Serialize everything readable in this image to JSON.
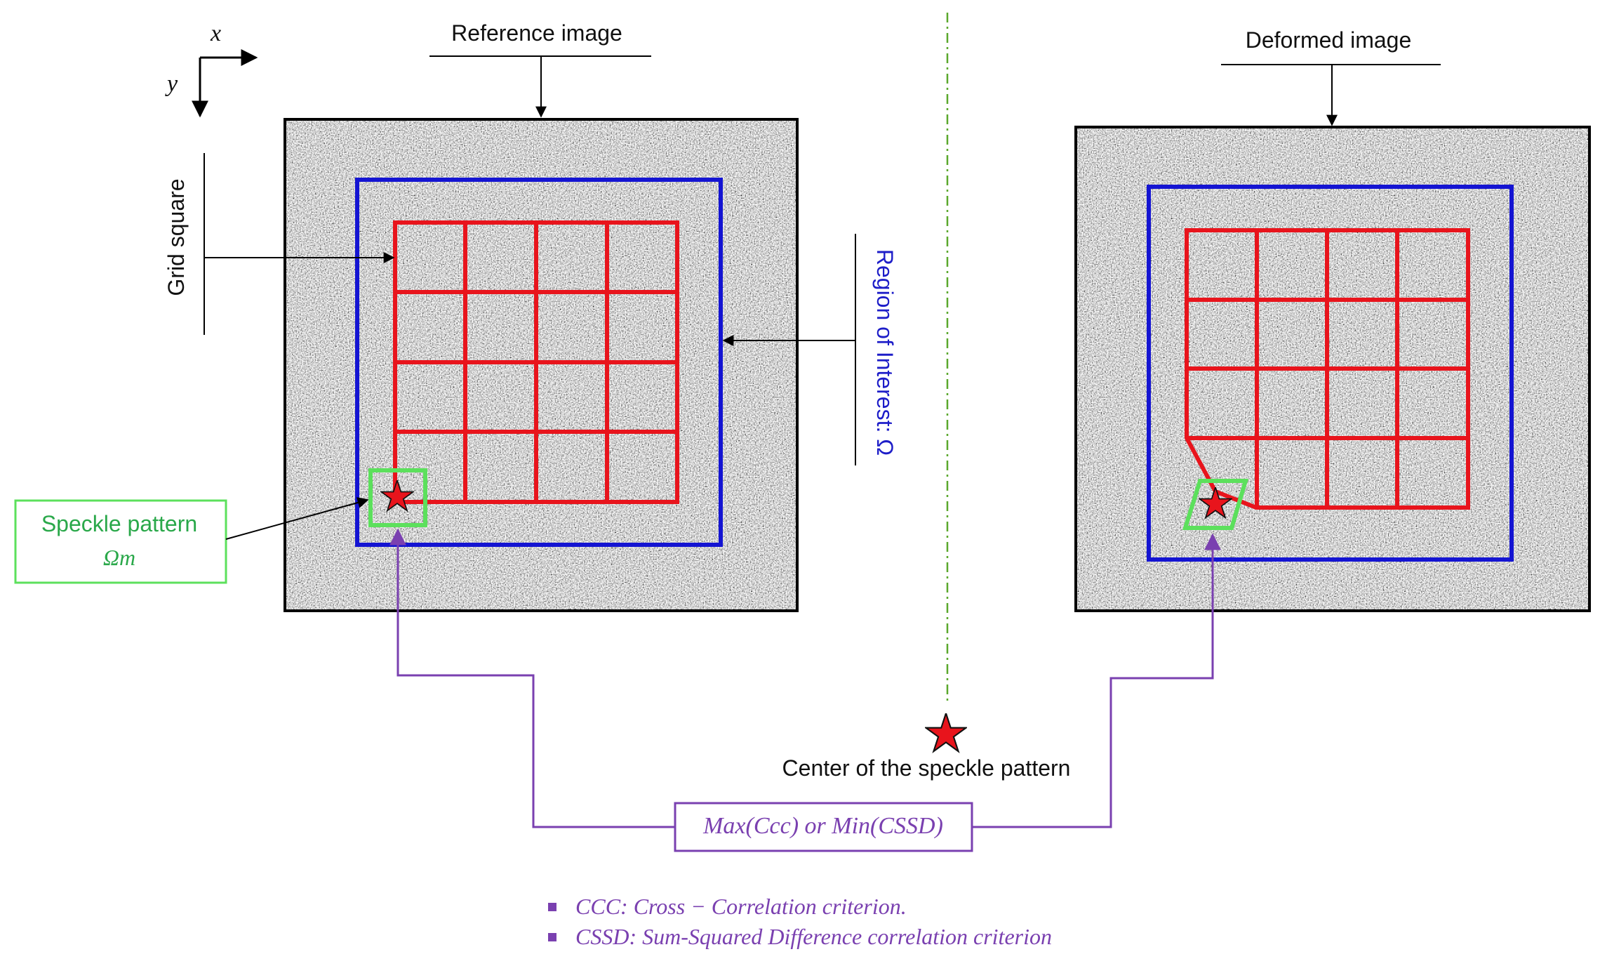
{
  "axes": {
    "x_label": "x⃗",
    "y_label": "y⃗"
  },
  "reference": {
    "title": "Reference image"
  },
  "deformed": {
    "title": "Deformed image"
  },
  "labels": {
    "grid_square": "Grid square",
    "roi": "Region of Interest: Ω",
    "speckle_line1": "Speckle pattern",
    "speckle_line2": "Ωm",
    "center": "Center of the speckle pattern"
  },
  "criterion_box": "Max(Ccc) or Min(CSSD)",
  "legend": [
    "CCC: Cross − Correlation criterion.",
    "CSSD: Sum-Squared Difference correlation criterion"
  ],
  "colors": {
    "roi": "#1414d2",
    "grid": "#e8141c",
    "subset": "#5ce05c",
    "connector": "#7a40b0",
    "speckle_text": "#2aa84a",
    "roi_text": "#1d1dc8",
    "separator": "#5aa82c",
    "star": "#e8141c"
  }
}
